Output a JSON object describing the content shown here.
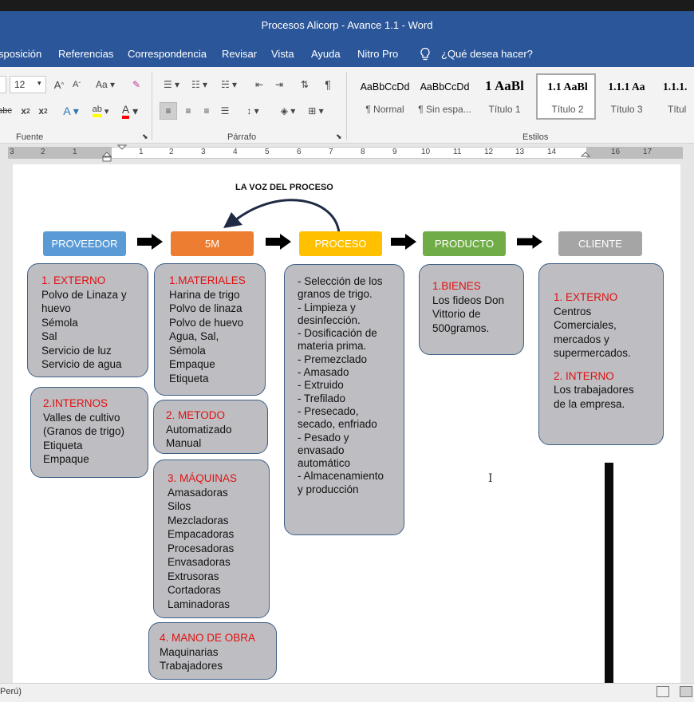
{
  "window": {
    "title": "Procesos Alicorp - Avance 1.1  -  Word"
  },
  "menu": {
    "tabs": [
      "sposición",
      "Referencias",
      "Correspondencia",
      "Revisar",
      "Vista",
      "Ayuda",
      "Nitro Pro"
    ],
    "search": "¿Qué desea hacer?"
  },
  "ribbon": {
    "font_size": "12",
    "groups": {
      "font": "Fuente",
      "paragraph": "Párrafo",
      "styles": "Estilos"
    },
    "styles": [
      {
        "preview": "AaBbCcDd",
        "label": "¶ Normal"
      },
      {
        "preview": "AaBbCcDd",
        "label": "¶ Sin espa..."
      },
      {
        "preview": "1  AaBl",
        "label": "Título 1"
      },
      {
        "preview": "1.1  AaBl",
        "label": "Título 2"
      },
      {
        "preview": "1.1.1  Aa",
        "label": "Título 3"
      },
      {
        "preview": "1.1.1.",
        "label": "Títul"
      }
    ],
    "font_group_label": "Fuente"
  },
  "ruler": {
    "numbers": [
      "3",
      "2",
      "1",
      "1",
      "2",
      "3",
      "4",
      "5",
      "6",
      "7",
      "8",
      "9",
      "10",
      "11",
      "12",
      "13",
      "14",
      "16",
      "17"
    ]
  },
  "diagram": {
    "voice_title": "LA VOZ DEL PROCESO",
    "headers": [
      {
        "label": "PROVEEDOR",
        "color": "#5b9bd5"
      },
      {
        "label": "5M",
        "color": "#ed7d31"
      },
      {
        "label": "PROCESO",
        "color": "#ffc000"
      },
      {
        "label": "PRODUCTO",
        "color": "#70ad47"
      },
      {
        "label": "CLIENTE",
        "color": "#a5a5a5"
      }
    ],
    "proveedor_externo": {
      "title": "1. EXTERNO",
      "items": [
        "Polvo de Linaza y",
        "huevo",
        "Sémola",
        "Sal",
        "Servicio de luz",
        "Servicio de agua"
      ]
    },
    "proveedor_interno": {
      "title": "2.INTERNOS",
      "items": [
        "Valles de cultivo",
        "(Granos de trigo)",
        "Etiqueta",
        "Empaque"
      ]
    },
    "materiales": {
      "title": "1.MATERIALES",
      "items": [
        "Harina de trigo",
        "Polvo de linaza",
        "Polvo de huevo",
        "Agua, Sal,",
        "Sémola",
        "Empaque",
        "Etiqueta"
      ]
    },
    "metodo": {
      "title": "2. METODO",
      "items": [
        "Automatizado",
        "Manual"
      ]
    },
    "maquinas": {
      "title": "3. MÁQUINAS",
      "items": [
        "Amasadoras",
        "Silos",
        "Mezcladoras",
        "Empacadoras",
        "Procesadoras",
        "Envasadoras",
        "Extrusoras",
        "Cortadoras",
        "Laminadoras"
      ]
    },
    "mano_obra": {
      "title": "4. MANO DE OBRA",
      "items": [
        "Maquinarias",
        "Trabajadores"
      ]
    },
    "proceso": {
      "items": [
        "- Selección de los",
        "granos de trigo.",
        "- Limpieza y",
        "desinfección.",
        "- Dosificación de",
        "materia prima.",
        "- Premezclado",
        "- Amasado",
        "- Extruido",
        "- Trefilado",
        "- Presecado,",
        "secado, enfriado",
        "- Pesado y",
        "envasado",
        "automático",
        "- Almacenamiento",
        "y producción"
      ]
    },
    "producto": {
      "title": "1.BIENES",
      "items": [
        "Los fideos Don",
        "Vittorio de",
        "500gramos."
      ]
    },
    "cliente_externo": {
      "title": "1. EXTERNO",
      "items": [
        "Centros",
        "Comerciales,",
        "mercados y",
        "supermercados."
      ]
    },
    "cliente_interno": {
      "title": "2. INTERNO",
      "items": [
        "Los trabajadores",
        "de la empresa."
      ]
    }
  },
  "status": {
    "language": "Perú)"
  }
}
